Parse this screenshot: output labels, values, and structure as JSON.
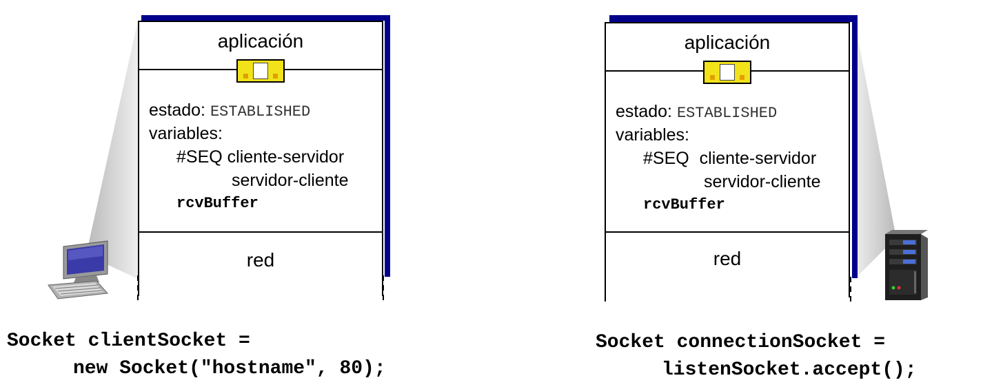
{
  "client": {
    "app_label": "aplicación",
    "state_label": "estado:",
    "state_value": "ESTABLISHED",
    "variables_label": "variables:",
    "seq_label": "#SEQ",
    "seq_cs": "cliente-servidor",
    "seq_sc": "servidor-cliente",
    "rcv_buffer": "rcvBuffer",
    "net_label": "red",
    "code_line1": "Socket clientSocket =",
    "code_line2": "new Socket(\"hostname\", 80);"
  },
  "server": {
    "app_label": "aplicación",
    "state_label": "estado:",
    "state_value": "ESTABLISHED",
    "variables_label": "variables:",
    "seq_label": "#SEQ",
    "seq_cs": "cliente-servidor",
    "seq_sc": "servidor-cliente",
    "rcv_buffer": "rcvBuffer",
    "net_label": "red",
    "code_line1": "Socket connectionSocket =",
    "code_line2": "listenSocket.accept();"
  },
  "colors": {
    "stack_shadow": "#00008b",
    "socket_fill": "#f2e21a",
    "cone": "#c8c8c8"
  },
  "icons": {
    "client": "desktop-computer-icon",
    "server": "server-tower-icon"
  }
}
